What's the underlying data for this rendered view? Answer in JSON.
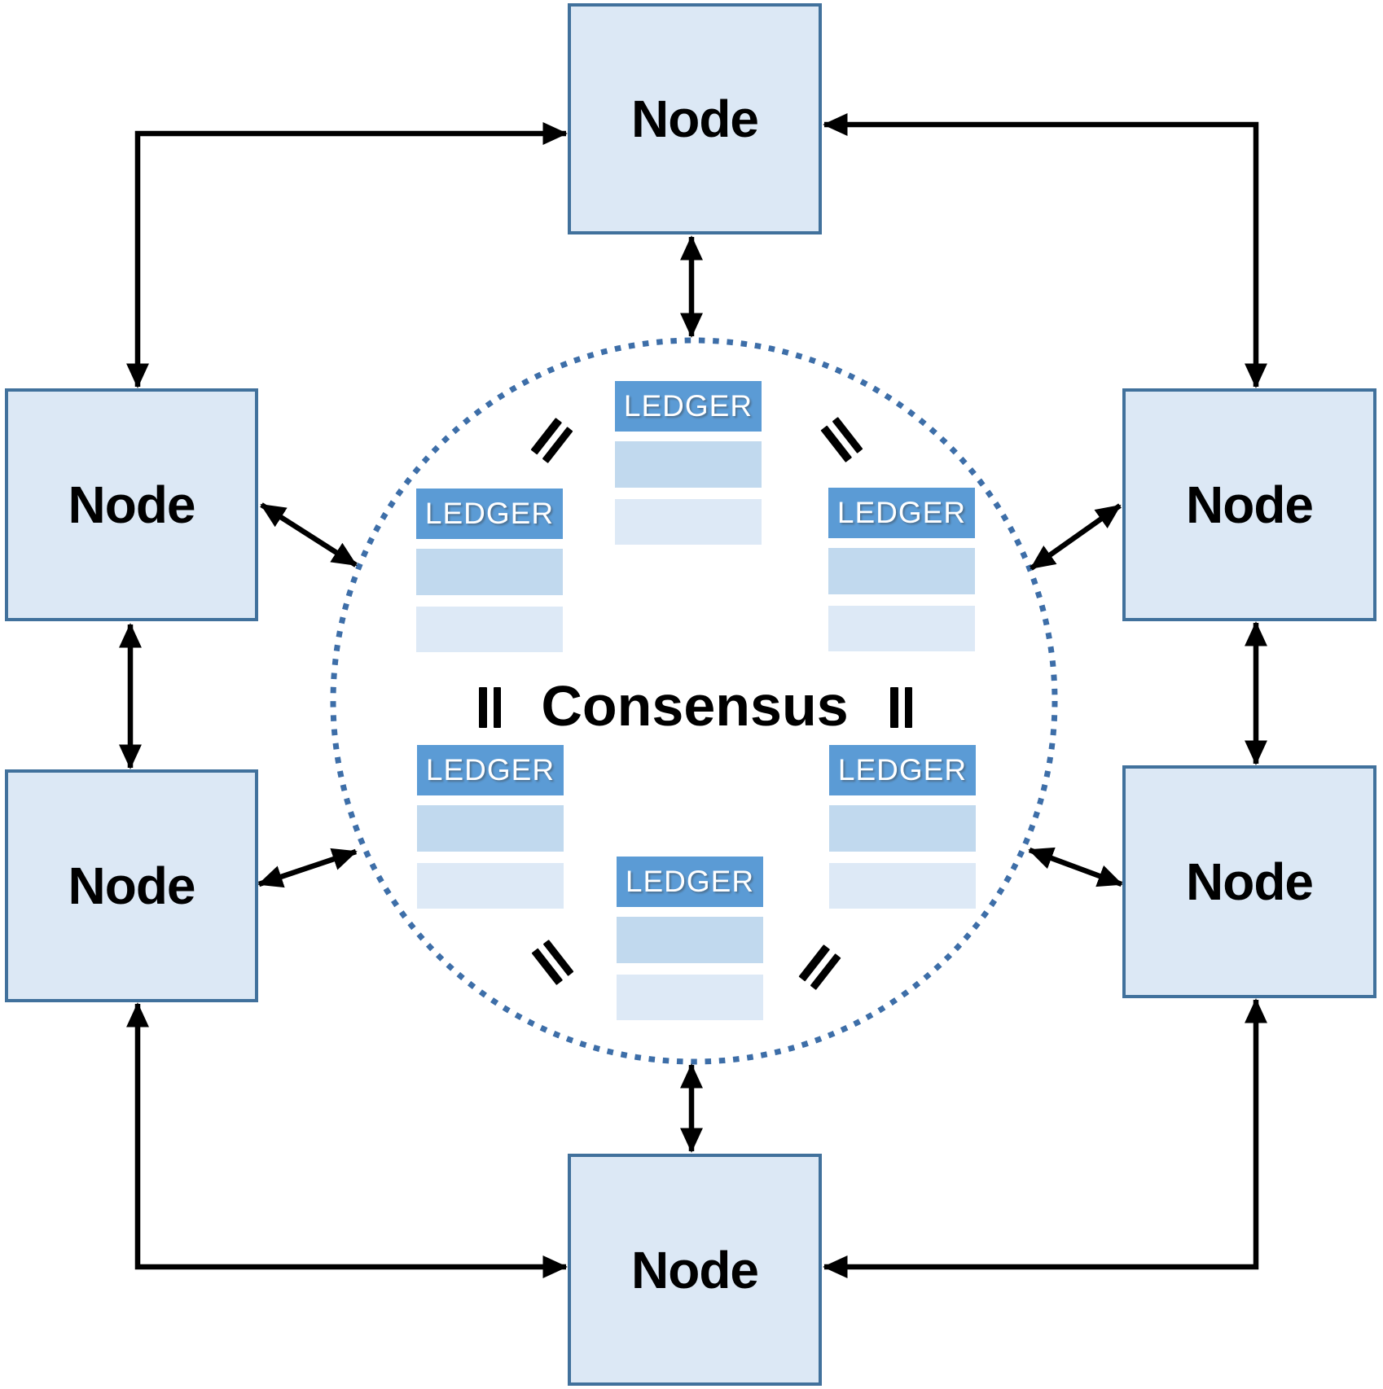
{
  "nodes": [
    {
      "id": "top",
      "label": "Node"
    },
    {
      "id": "left-upper",
      "label": "Node"
    },
    {
      "id": "right-upper",
      "label": "Node"
    },
    {
      "id": "left-lower",
      "label": "Node"
    },
    {
      "id": "right-lower",
      "label": "Node"
    },
    {
      "id": "bottom",
      "label": "Node"
    }
  ],
  "center": {
    "consensus_label": "Consensus"
  },
  "ledgers": [
    {
      "position": "top-center",
      "label": "LEDGER",
      "rows": 2
    },
    {
      "position": "upper-left",
      "label": "LEDGER",
      "rows": 2
    },
    {
      "position": "upper-right",
      "label": "LEDGER",
      "rows": 2
    },
    {
      "position": "lower-left",
      "label": "LEDGER",
      "rows": 2
    },
    {
      "position": "lower-right",
      "label": "LEDGER",
      "rows": 2
    },
    {
      "position": "bottom-center",
      "label": "LEDGER",
      "rows": 2
    }
  ],
  "icons": {
    "equals_sign": "equals-sign",
    "double_arrow": "double-headed-arrow",
    "dotted_circle": "consensus-boundary"
  },
  "colors": {
    "node_fill": "#dce8f5",
    "node_border": "#41719c",
    "ledger_header": "#5b9bd5",
    "ledger_row_medium": "#c1d9ee",
    "ledger_row_light": "#dde9f6",
    "circle_dots": "#3d6ea8",
    "arrow": "#000000",
    "text": "#000000",
    "ledger_text": "#ffffff"
  }
}
